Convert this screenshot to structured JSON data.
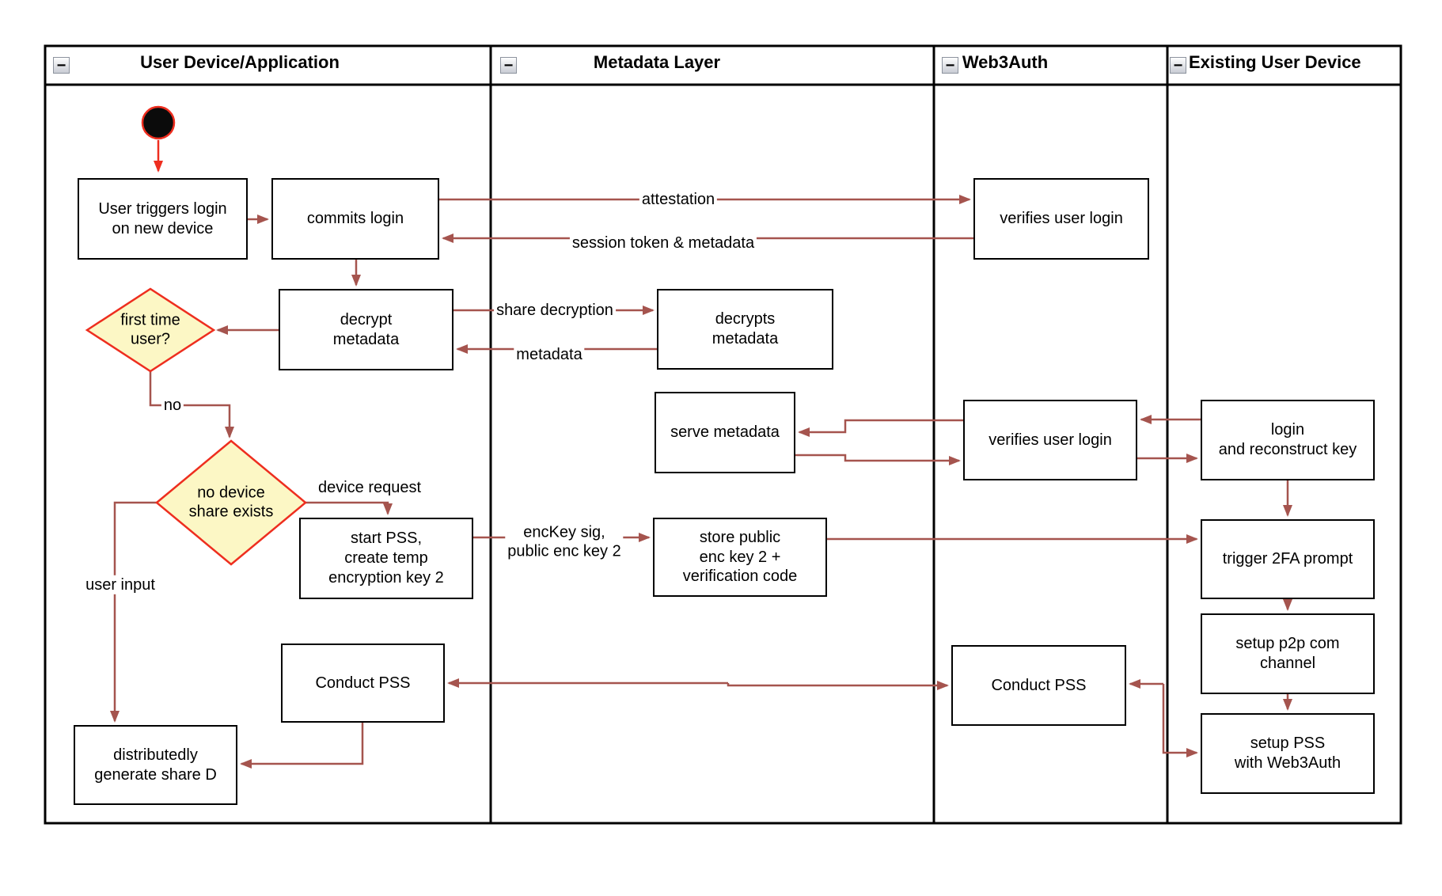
{
  "diagram": {
    "lanes": [
      {
        "title": "User Device/Application"
      },
      {
        "title": "Metadata Layer"
      },
      {
        "title": "Web3Auth"
      },
      {
        "title": "Existing User Device"
      }
    ],
    "collapse_glyph": "−",
    "nodes": {
      "user_triggers": {
        "label": "User triggers login\non new device"
      },
      "commits_login": {
        "label": "commits login"
      },
      "verifies_login_1": {
        "label": "verifies user login"
      },
      "decrypt_metadata": {
        "label": "decrypt\nmetadata"
      },
      "decrypts_metadata": {
        "label": "decrypts\nmetadata"
      },
      "serve_metadata": {
        "label": "serve metadata"
      },
      "verifies_login_2": {
        "label": "verifies user login"
      },
      "login_reconstruct": {
        "label": "login\nand reconstruct key"
      },
      "start_pss": {
        "label": "start PSS,\ncreate temp\nencryption key 2"
      },
      "store_public": {
        "label": "store public\nenc key 2 +\nverification code"
      },
      "trigger_2fa": {
        "label": "trigger 2FA prompt"
      },
      "setup_p2p": {
        "label": "setup p2p com\nchannel"
      },
      "conduct_pss_user": {
        "label": "Conduct PSS"
      },
      "conduct_pss_w3a": {
        "label": "Conduct PSS"
      },
      "setup_pss": {
        "label": "setup PSS\nwith Web3Auth"
      },
      "distributedly": {
        "label": "distributedly\ngenerate share D"
      }
    },
    "decisions": {
      "first_time": {
        "label": "first time\nuser?"
      },
      "no_device_share": {
        "label": "no device\nshare exists"
      }
    },
    "edge_labels": {
      "attestation": "attestation",
      "session_token": "session token & metadata",
      "share_decryption": "share decryption",
      "metadata": "metadata",
      "no": "no",
      "device_request": "device request",
      "enckey": "encKey sig,\npublic enc key 2",
      "user_input": "user input"
    },
    "colors": {
      "connector": "#a5544e",
      "accent_red": "#ee2e1f",
      "decision_fill": "#fcf7c5",
      "box_border": "#000000"
    }
  }
}
